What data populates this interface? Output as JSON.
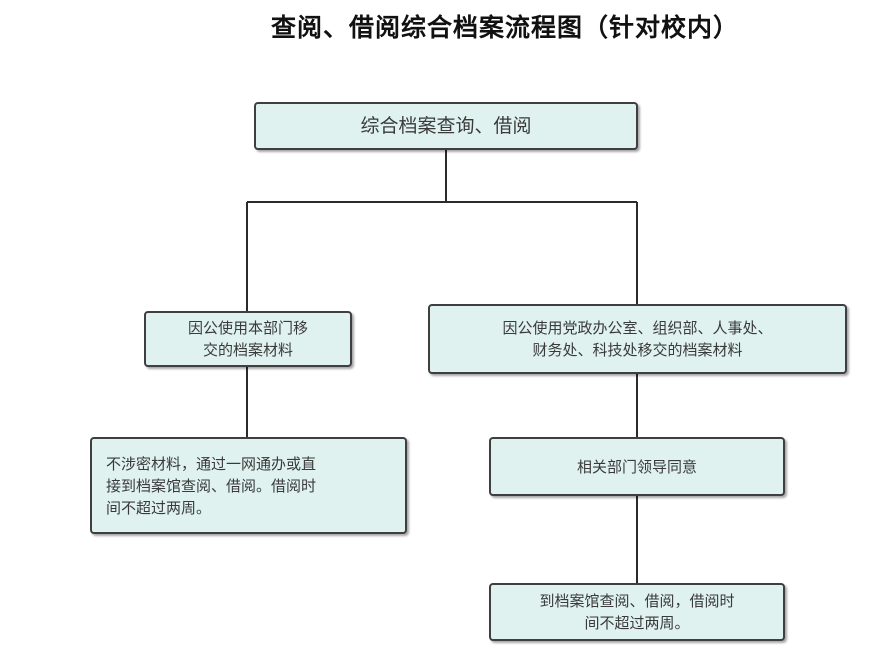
{
  "title": "查阅、借阅综合档案流程图（针对校内）",
  "colors": {
    "node_fill": "#dff2ef",
    "node_border": "#3f3f3f",
    "connector": "#2b2b2b"
  },
  "nodes": {
    "root": "综合档案查询、借阅",
    "left": "因公使用本部门移\n交的档案材料",
    "right": "因公使用党政办公室、组织部、人事处、\n财务处、科技处移交的档案材料",
    "left_step": "不涉密材料，通过一网通办或直\n接到档案馆查阅、借阅。借阅时\n间不超过两周。",
    "right_step": "相关部门领导同意",
    "right_final": "到档案馆查阅、借阅，借阅时\n间不超过两周。"
  }
}
